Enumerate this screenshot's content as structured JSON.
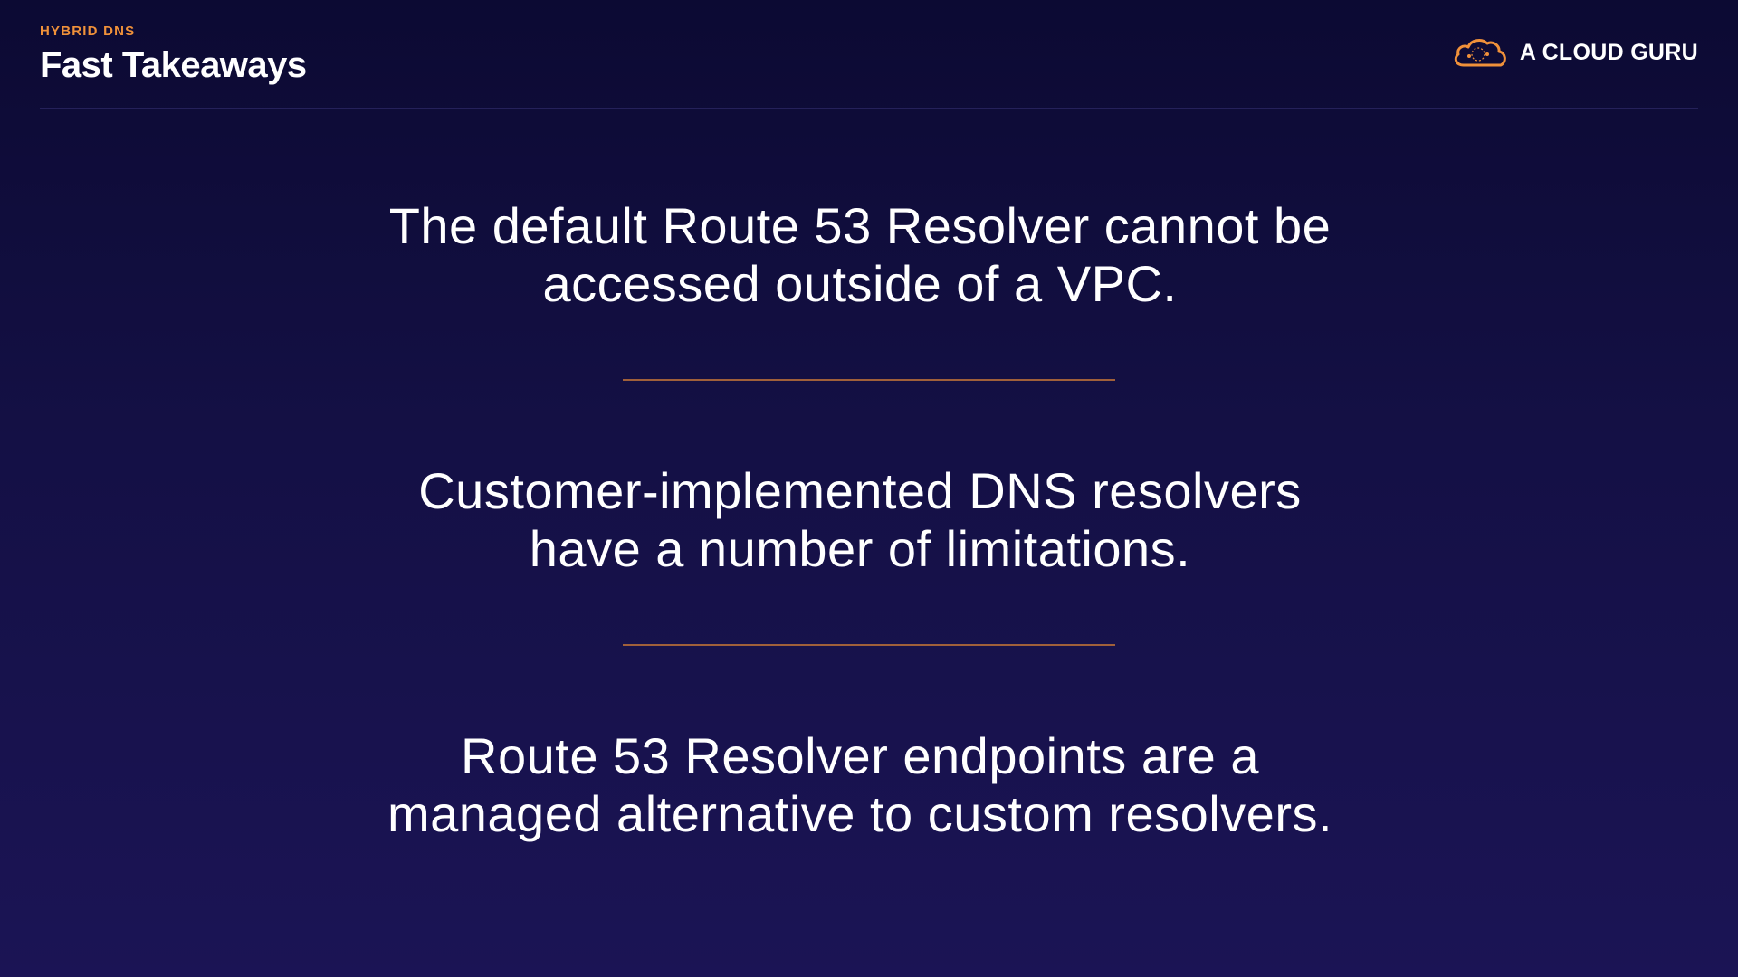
{
  "header": {
    "kicker": "HYBRID DNS",
    "title": "Fast Takeaways"
  },
  "brand": {
    "name": "A CLOUD GURU",
    "logo_icon": "cloud-icon",
    "accent_color": "#f0913a"
  },
  "takeaways": [
    {
      "text": "The default Route 53 Resolver cannot be\naccessed outside of a VPC."
    },
    {
      "text": "Customer-implemented DNS resolvers\nhave a number of limitations."
    },
    {
      "text": "Route 53 Resolver endpoints are a\nmanaged alternative to custom resolvers."
    }
  ],
  "colors": {
    "background_top": "#0c0a33",
    "background_bottom": "#1b1455",
    "divider": "#a0603a",
    "text": "#ffffff"
  }
}
